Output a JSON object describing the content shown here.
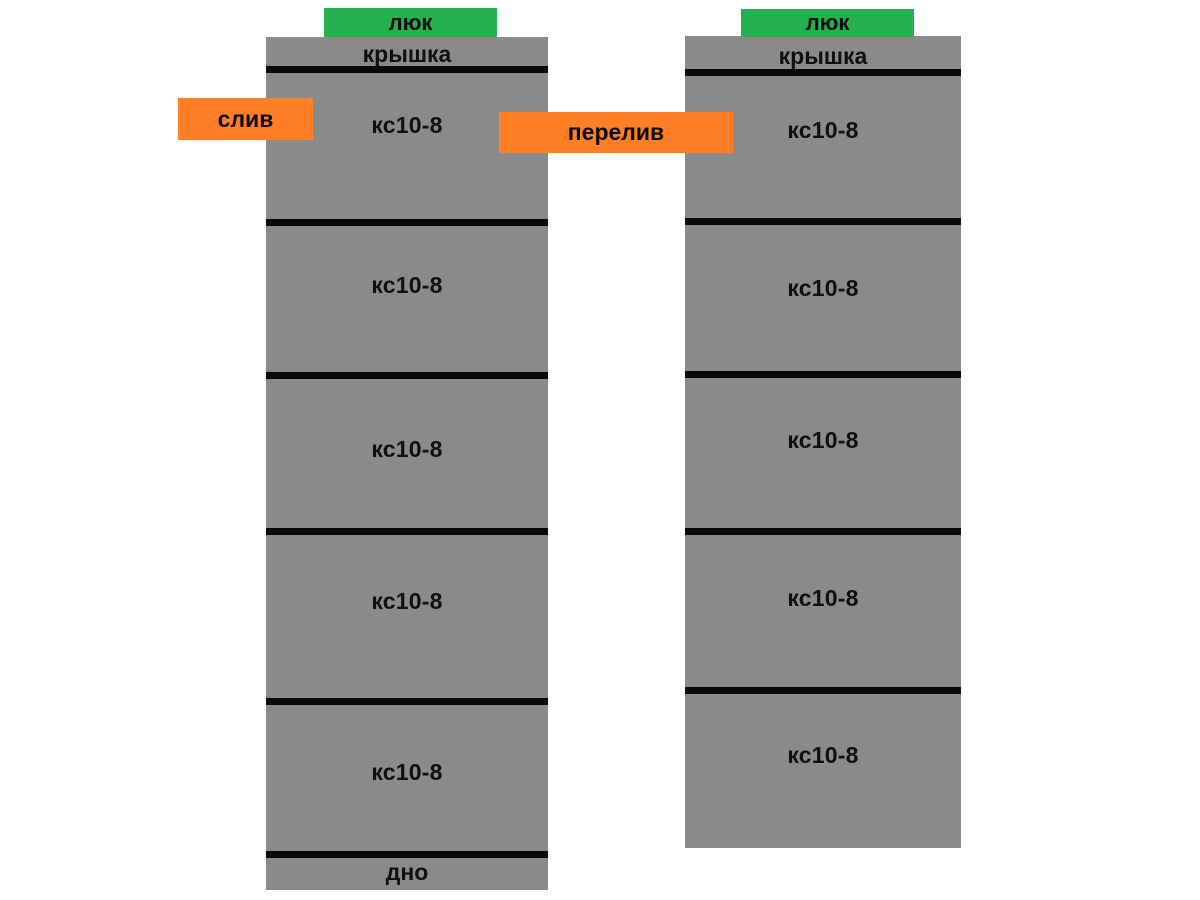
{
  "diagram": {
    "title": "Septic tank two-well concrete ring scheme",
    "colors": {
      "concrete": "#8a8a8a",
      "joint": "#0a0a0a",
      "hatch": "#22b14c",
      "pipe": "#ff7f27",
      "background": "#ffffff",
      "text": "#101010"
    },
    "wells": [
      {
        "name": "left-well",
        "hatch_label": "люк",
        "lid_label": "крышка",
        "bottom_label": "дно",
        "rings": [
          {
            "label": "кс10-8"
          },
          {
            "label": "кс10-8"
          },
          {
            "label": "кс10-8"
          },
          {
            "label": "кс10-8"
          },
          {
            "label": "кс10-8"
          }
        ]
      },
      {
        "name": "right-well",
        "hatch_label": "люк",
        "lid_label": "крышка",
        "bottom_label": "",
        "rings": [
          {
            "label": "кс10-8"
          },
          {
            "label": "кс10-8"
          },
          {
            "label": "кс10-8"
          },
          {
            "label": "кс10-8"
          },
          {
            "label": "кс10-8"
          }
        ]
      }
    ],
    "pipes": [
      {
        "name": "drain-pipe",
        "label": "слив"
      },
      {
        "name": "overflow-pipe",
        "label": "перелив"
      }
    ]
  }
}
